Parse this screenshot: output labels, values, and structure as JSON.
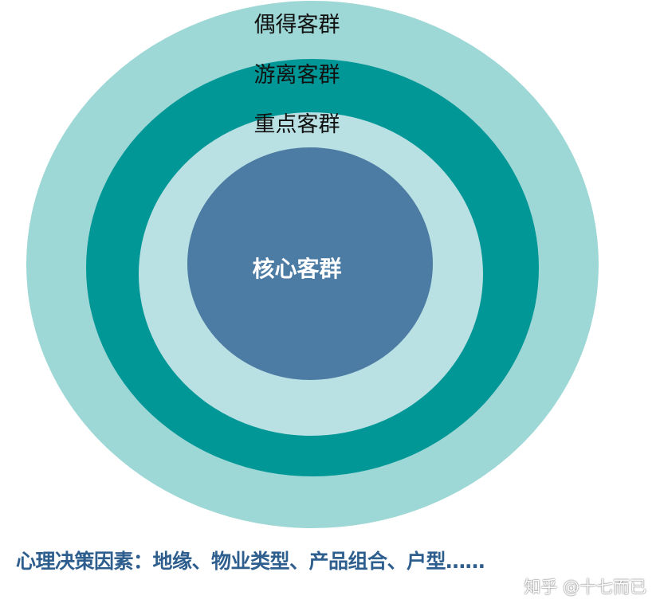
{
  "colors": {
    "outer_ring": "#9dd7d6",
    "second_ring": "#009796",
    "third_ring": "#b9e0e3",
    "core": "#4c7ba4",
    "caption_text": "#2e5e8e",
    "background": "#ffffff"
  },
  "rings": [
    {
      "label": "偶得客群"
    },
    {
      "label": "游离客群"
    },
    {
      "label": "重点客群"
    },
    {
      "label": "核心客群"
    }
  ],
  "caption": "心理决策因素：地缘、物业类型、产品组合、户型……",
  "watermark": "知乎 @十七而已"
}
